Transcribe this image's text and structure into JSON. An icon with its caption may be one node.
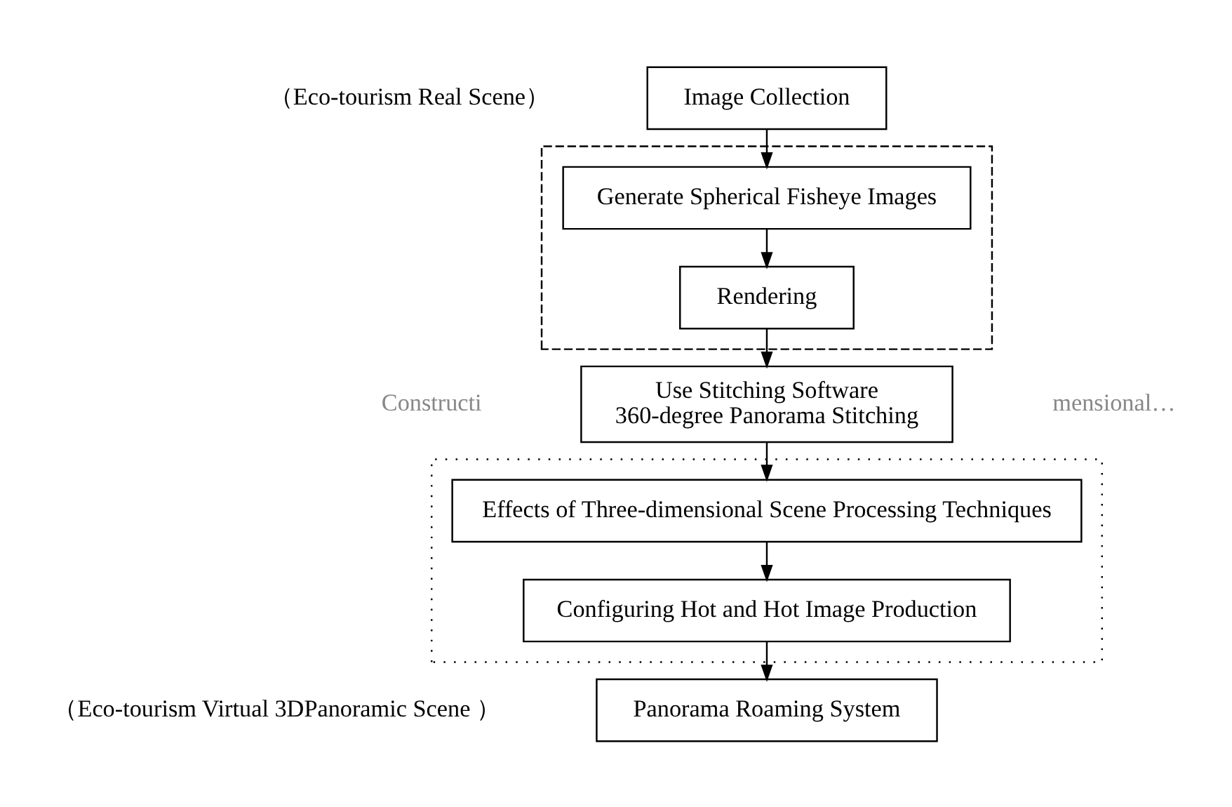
{
  "diagram": {
    "nodes": [
      {
        "text": [
          "Image Collection"
        ]
      },
      {
        "text": [],
        "shape": "box"
      },
      {
        "text": [
          "Generate Spherical Fisheye Images"
        ],
        "in": 1
      },
      {
        "text": [
          "Rendering"
        ],
        "in": 1
      },
      {
        "text": [
          "Use Stitching Software",
          "360-degree Panorama Stitching"
        ]
      },
      {
        "text": [],
        "shape": "box"
      },
      {
        "text": [
          "Effects of Three-dimensional Scene Processing Techniques"
        ],
        "in": 5
      },
      {
        "text": [
          "Configuring Hot and Hot Image Production"
        ],
        "in": 5
      },
      {
        "text": [
          "Panorama Roaming System"
        ]
      }
    ],
    "edges": [
      {
        "from": 0,
        "to": 2,
        "arrow": "to"
      },
      {
        "from": 2,
        "to": 3,
        "arrow": "to"
      },
      {
        "from": 3,
        "to": 4,
        "arrow": "to"
      },
      {
        "from": 4,
        "to": 6,
        "arrow": "to"
      },
      {
        "from": 6,
        "to": 7,
        "arrow": "to"
      },
      {
        "from": 7,
        "to": 8,
        "arrow": "to"
      }
    ],
    "labels": [
      "（Eco-tourism Real Scene）",
      "Constructi",
      "mensional…",
      "（Eco-tourism Virtual 3DPanoramic Scene ）"
    ]
  }
}
